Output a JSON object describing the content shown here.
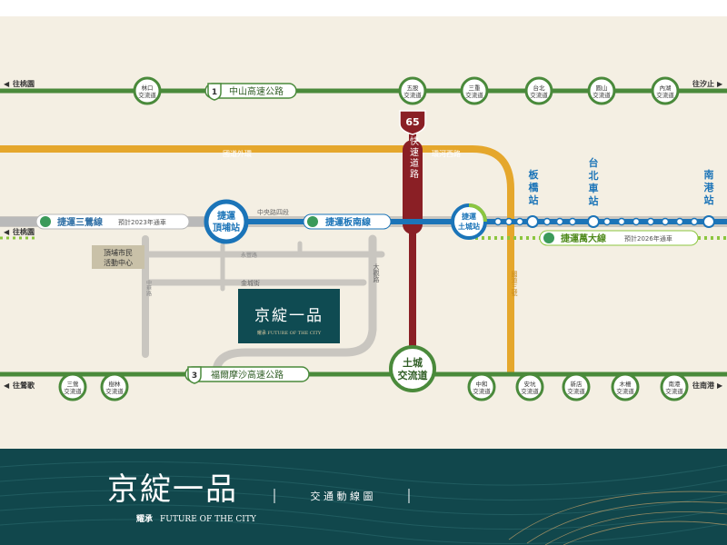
{
  "directions": {
    "top_left": "往桃園",
    "top_right": "往汐止",
    "mid_left": "往桃園",
    "bottom_left": "往鶯歌",
    "bottom_right": "往南港"
  },
  "zhongshan_highway": {
    "number": "1",
    "name": "中山高速公路",
    "interchanges": [
      "林口\n交流道",
      "五股\n交流道",
      "三重\n交流道",
      "台北\n交流道",
      "圓山\n交流道",
      "內湖\n交流道"
    ]
  },
  "formosa_highway": {
    "number": "3",
    "name": "福爾摩沙高速公路",
    "interchanges": [
      "三鶯\n交流道",
      "樹林\n交流道",
      "中和\n交流道",
      "安坑\n交流道",
      "新店\n交流道",
      "木柵\n交流道",
      "南港\n交流道"
    ],
    "tucheng": "土城\n交流道"
  },
  "expressway65": {
    "shield": "65",
    "name": "65快速道路"
  },
  "roads": {
    "orange_left": "國道外環",
    "orange_right": "環河西路",
    "orange_vertical": "國道三號",
    "zhongyang": "中央路四段",
    "daguan": "大觀路",
    "jincheng": "金城街",
    "small_road": "永豐路",
    "vertical_small": "中華路"
  },
  "mrt": {
    "sanying": "捷運三鶯線",
    "sanying_note": "預計2023年通車",
    "dingpu_station": "捷運\n頂埔站",
    "bannan": "捷運板南線",
    "tucheng_station": "捷運\n土城站",
    "wanda": "捷運萬大線",
    "wanda_note": "預計2026年通車",
    "banqiao": "板\n橋\n站",
    "taipei_main": "台\n北\n車\n站",
    "nangang": "南\n港\n站"
  },
  "landmarks": {
    "activity_center": "頂埔市民\n活動中心",
    "project_name": "京綻一品",
    "project_tagline": "耀承 FUTURE OF THE CITY"
  },
  "footer": {
    "title": "京綻一品",
    "subtitle": "耀承",
    "subtitle_en": "FUTURE OF THE CITY",
    "label": "交 通 動 線 圖"
  },
  "colors": {
    "green_highway": "#4a8a3b",
    "orange_road": "#e5a72c",
    "red_expressway": "#8a1f25",
    "blue_mrt": "#1b74b8",
    "lime_mrt": "#8cc63f",
    "gray_road": "#c9c6c0",
    "teal_dark": "#11474c"
  }
}
